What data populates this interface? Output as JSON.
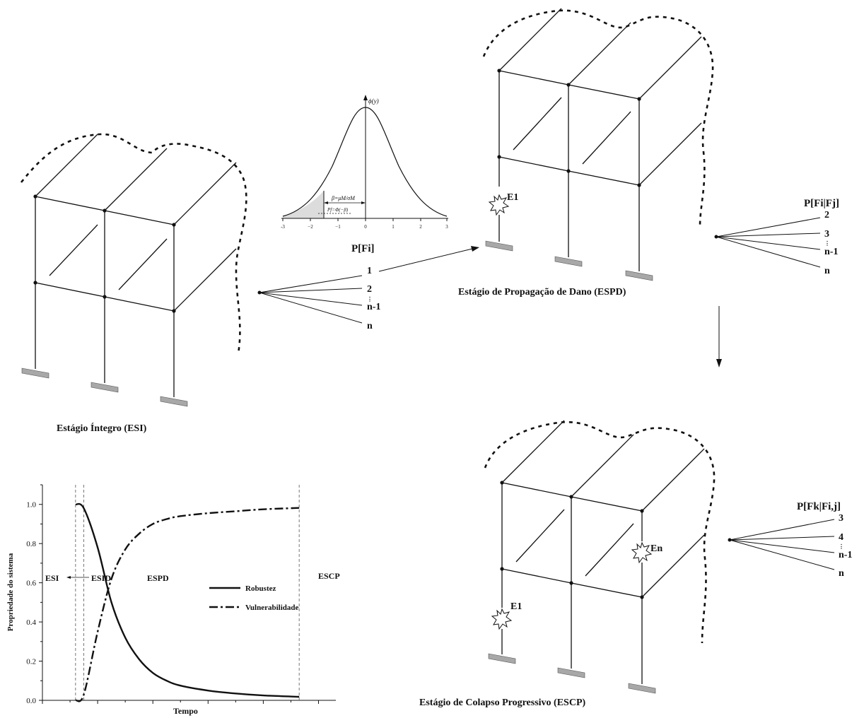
{
  "labels": {
    "esi_stage": "Estágio Íntegro (ESI)",
    "espd_stage": "Estágio de Propagação de Dano (ESPD)",
    "escp_stage": "Estágio de Colapso Progressivo (ESCP)",
    "e1_top": "E1",
    "e1_bottom": "E1",
    "en": "En"
  },
  "tree1": {
    "title": "P[Fi]",
    "items": [
      "1",
      "2",
      "⋮",
      "n-1",
      "n"
    ]
  },
  "tree2": {
    "title": "P[Fi|Fj]",
    "items": [
      "2",
      "3",
      "⋮",
      "n-1",
      "n"
    ]
  },
  "tree3": {
    "title": "P[Fk|Fi,j]",
    "items": [
      "3",
      "4",
      "⋮",
      "n-1",
      "n"
    ]
  },
  "normal_plot": {
    "ylabel": "ϕ(y)",
    "beta_label": "β=μM/σM",
    "pf_label": "Pf=Φ(−β)",
    "x_ticks": [
      "-3",
      "−2",
      "−1",
      "0",
      "1",
      "2",
      "3"
    ]
  },
  "chart_data": {
    "type": "line",
    "xlabel": "Tempo",
    "ylabel": "Propriedade do sistema",
    "ylim": [
      0,
      1.1
    ],
    "y_ticks": [
      "0.0",
      "0.2",
      "0.4",
      "0.6",
      "0.8",
      "1.0"
    ],
    "stage_labels": [
      "ESI",
      "ESID",
      "ESPD",
      "ESCP"
    ],
    "stage_lines_x": [
      1.2,
      1.5,
      9.3
    ],
    "x": [
      1.2,
      1.5,
      2,
      2.5,
      3,
      3.5,
      4,
      4.5,
      5,
      6,
      7,
      8,
      9.3
    ],
    "series": [
      {
        "name": "Robustez",
        "values": [
          1.0,
          0.98,
          0.78,
          0.5,
          0.32,
          0.21,
          0.14,
          0.1,
          0.075,
          0.05,
          0.035,
          0.025,
          0.018
        ]
      },
      {
        "name": "Vulnerabilidade",
        "values": [
          0.0,
          0.03,
          0.35,
          0.62,
          0.77,
          0.85,
          0.9,
          0.925,
          0.94,
          0.955,
          0.965,
          0.975,
          0.982
        ]
      }
    ]
  }
}
